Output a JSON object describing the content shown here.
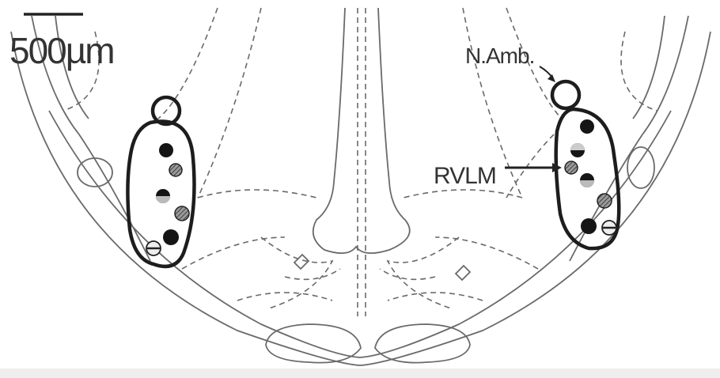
{
  "scale_bar": {
    "label": "500µm"
  },
  "labels": {
    "nucleus_ambiguus": "N.Amb.",
    "rvlm": "RVLM"
  },
  "colors": {
    "line": "#6a6a6a",
    "outline": "#1d1d1d",
    "marker_dark": "#151515",
    "marker_mid": "#7a7a7a",
    "background": "#ffffff"
  },
  "markers": {
    "left": [
      "filled",
      "hatched",
      "half",
      "hatched",
      "filled",
      "striped"
    ],
    "right": [
      "filled",
      "half",
      "hatched",
      "half",
      "hatched",
      "filled",
      "striped"
    ]
  }
}
